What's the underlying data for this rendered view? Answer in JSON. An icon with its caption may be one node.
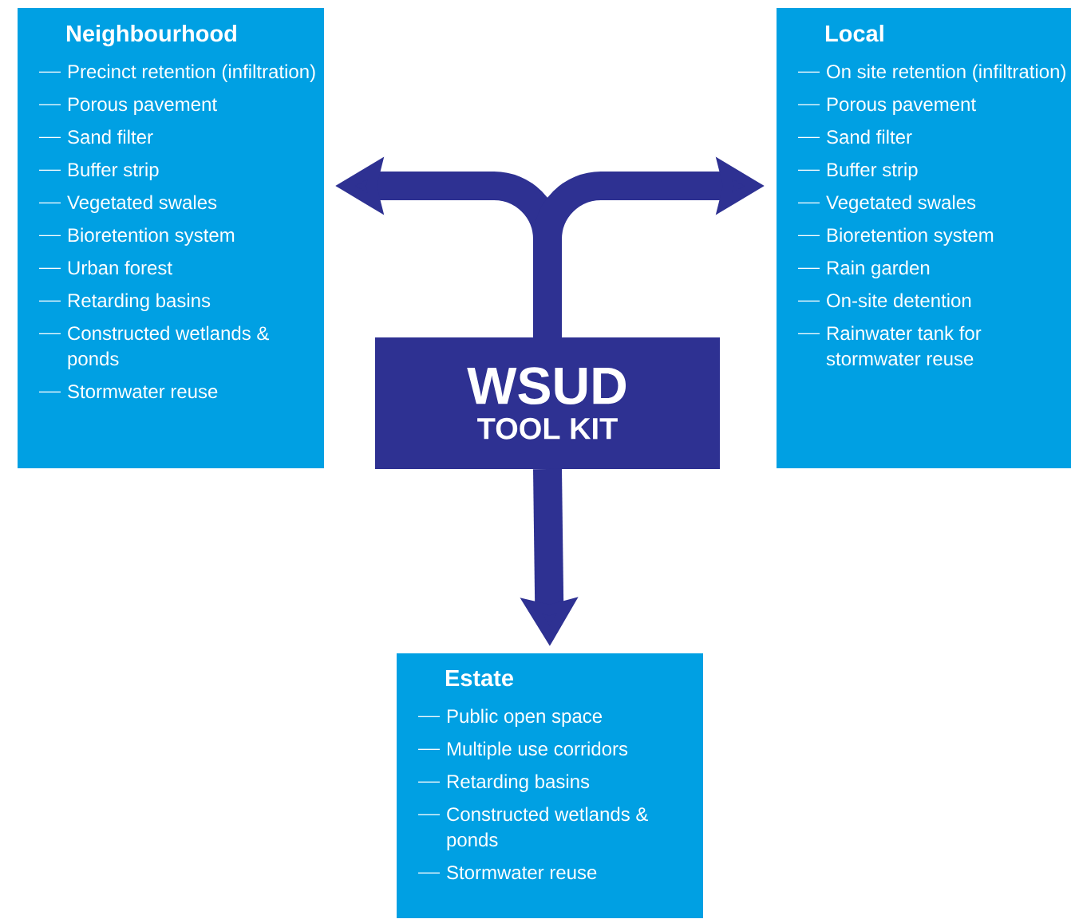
{
  "diagram": {
    "nodes": [
      {
        "text": [
          "Neighbourhood",
          "Precinct retention (infiltration)",
          "Porous pavement",
          "Sand filter",
          "Buffer strip",
          "Vegetated swales",
          "Bioretention system",
          "Urban forest",
          "Retarding basins",
          "Constructed wetlands & ponds",
          "Stormwater reuse"
        ]
      },
      {
        "text": [
          "Local",
          "On site retention (infiltration)",
          "Porous pavement",
          "Sand filter",
          "Buffer strip",
          "Vegetated swales",
          "Bioretention system",
          "Rain garden",
          "On-site detention",
          "Rainwater tank for stormwater reuse"
        ]
      },
      {
        "text": [
          "WSUD",
          "TOOL KIT"
        ]
      },
      {
        "text": [
          "Estate",
          "Public open space",
          "Multiple use corridors",
          "Retarding basins",
          "Constructed wetlands & ponds",
          "Stormwater reuse"
        ]
      }
    ],
    "edges": [
      {
        "from": 2,
        "to": 0,
        "arrow": "to"
      },
      {
        "from": 2,
        "to": 1,
        "arrow": "to"
      },
      {
        "from": 2,
        "to": 3,
        "arrow": "to"
      }
    ]
  }
}
